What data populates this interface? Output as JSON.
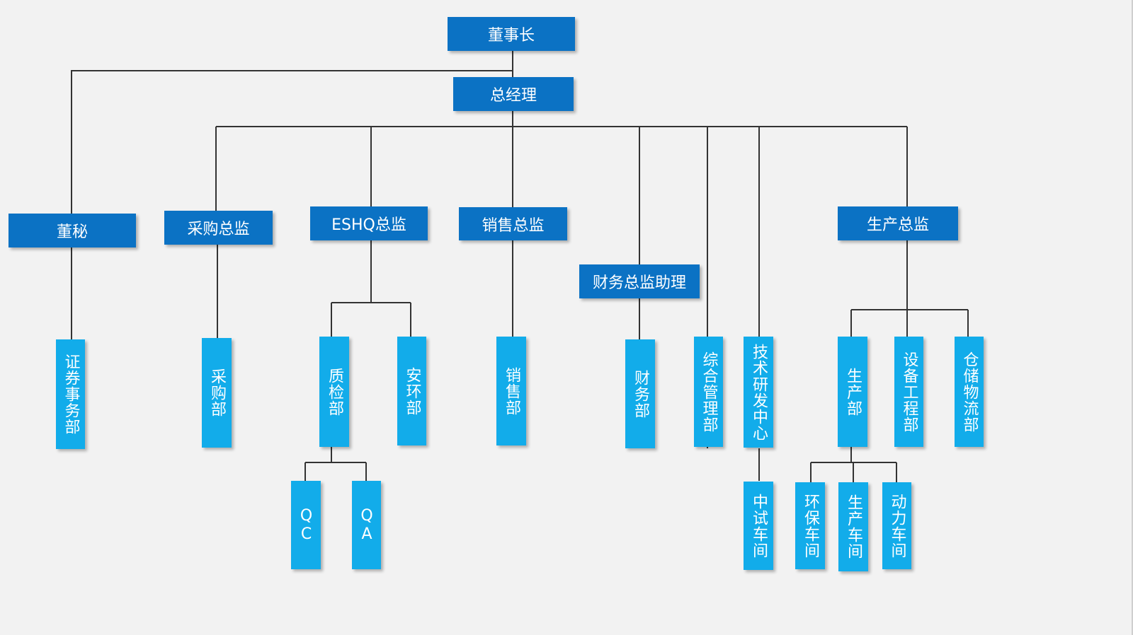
{
  "colors": {
    "line": "#333333",
    "node_dark": "#0b72c4",
    "node_light": "#12acea",
    "background": "#f2f2f2"
  },
  "nodes": {
    "chairman": "董事长",
    "gm": "总经理",
    "board_secretary": "董秘",
    "procurement_director": "采购总监",
    "eshq_director": "ESHQ总监",
    "sales_director": "销售总监",
    "finance_assistant": "财务总监助理",
    "production_director": "生产总监",
    "securities_dept": "证券事务部",
    "procurement_dept": "采购部",
    "quality_dept": "质检部",
    "safety_env_dept": "安环部",
    "sales_dept": "销售部",
    "finance_dept": "财务部",
    "admin_dept": "综合管理部",
    "rnd_center": "技术研发中心",
    "production_dept": "生产部",
    "equipment_dept": "设备工程部",
    "logistics_dept": "仓储物流部",
    "qc": "QC",
    "qa": "QA",
    "pilot_workshop": "中试车间",
    "env_workshop": "环保车间",
    "prod_workshop": "生产车间",
    "power_workshop": "动力车间"
  }
}
